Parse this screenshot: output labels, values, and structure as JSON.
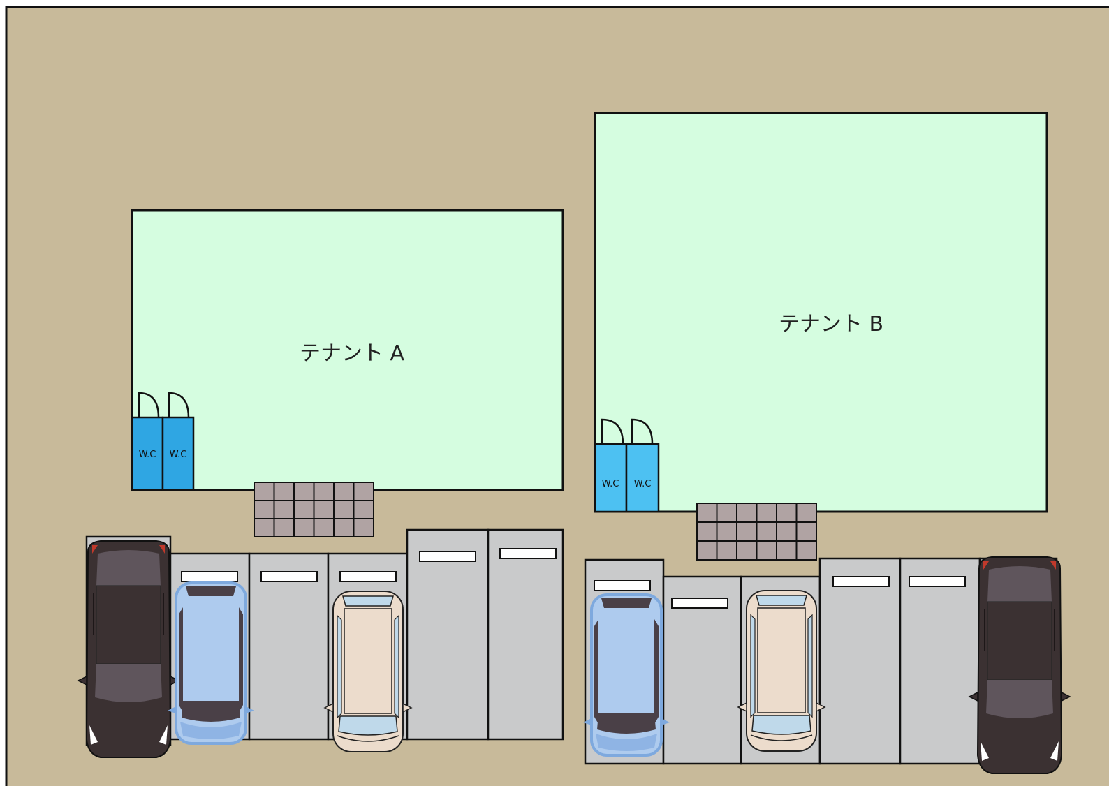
{
  "colors": {
    "ground": "#c8ba9a",
    "tenant_floor": "#d5fde0",
    "wc_a": "#2fa6e3",
    "wc_b": "#4dc1f2",
    "parking_bay": "#c9cacb",
    "stair_tile": "#b0a3a3",
    "outline": "#111111"
  },
  "tenants": [
    {
      "label": "テナント A",
      "wc": [
        "W.C",
        "W.C"
      ]
    },
    {
      "label": "テナント B",
      "wc": [
        "W.C",
        "W.C"
      ]
    }
  ],
  "cars": [
    {
      "type": "dark-suv",
      "color": "#3b3132"
    },
    {
      "type": "blue-minivan",
      "color": "#aecbee"
    },
    {
      "type": "beige-minivan",
      "color": "#ecdccc"
    },
    {
      "type": "blue-minivan",
      "color": "#aecbee"
    },
    {
      "type": "beige-minivan",
      "color": "#ecdccc"
    },
    {
      "type": "dark-suv",
      "color": "#3b3132"
    }
  ]
}
